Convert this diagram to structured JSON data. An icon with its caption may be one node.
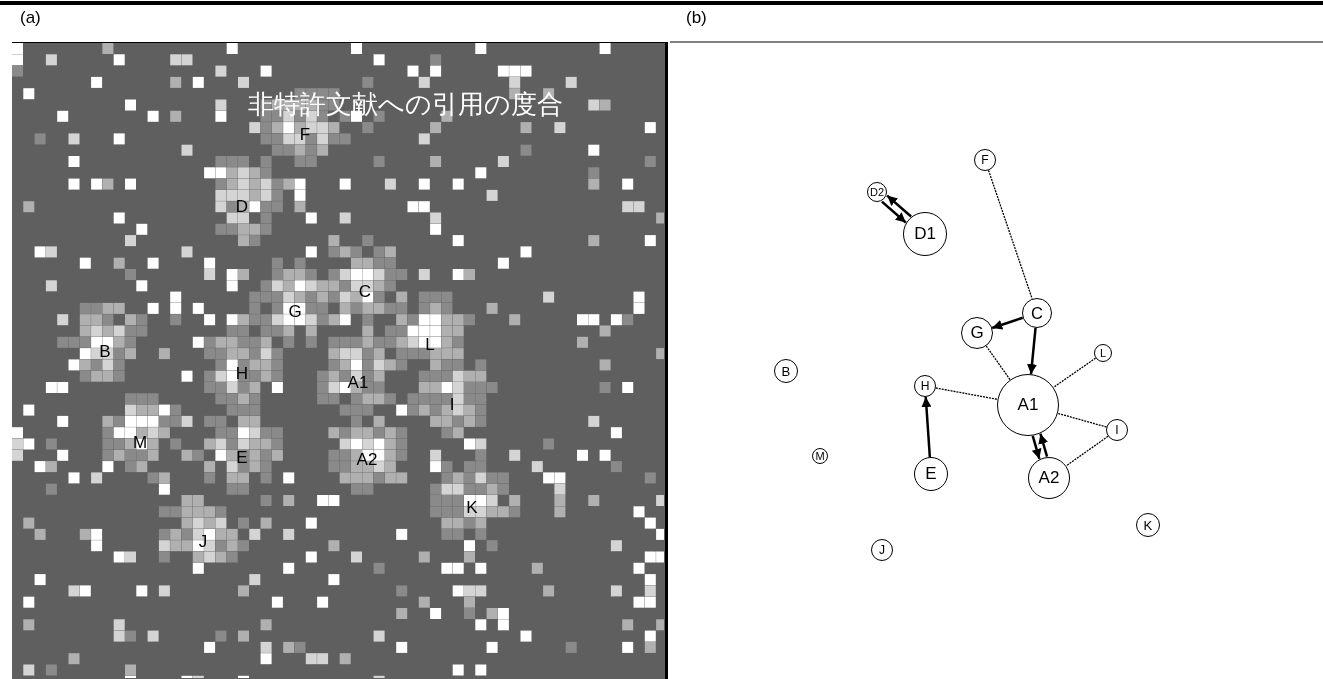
{
  "diagram": {
    "nodes": [
      {
        "text": [
          "F"
        ]
      },
      {
        "text": [
          "D2"
        ]
      },
      {
        "text": [
          "D1"
        ]
      },
      {
        "text": [
          "C"
        ]
      },
      {
        "text": [
          "G"
        ]
      },
      {
        "text": [
          "L"
        ]
      },
      {
        "text": [
          "B"
        ]
      },
      {
        "text": [
          "H"
        ]
      },
      {
        "text": [
          "A1"
        ]
      },
      {
        "text": [
          "I"
        ]
      },
      {
        "text": [
          "M"
        ]
      },
      {
        "text": [
          "E"
        ]
      },
      {
        "text": [
          "A2"
        ]
      },
      {
        "text": [
          "K"
        ]
      },
      {
        "text": [
          "J"
        ]
      }
    ],
    "edges": [
      {
        "from": 1,
        "to": 2,
        "arrow": "to"
      },
      {
        "from": 2,
        "to": 1,
        "arrow": "to"
      },
      {
        "from": 0,
        "to": 3,
        "arrow": "none",
        "style": "dashed"
      },
      {
        "from": 3,
        "to": 4,
        "arrow": "to"
      },
      {
        "from": 3,
        "to": 8,
        "arrow": "to"
      },
      {
        "from": 4,
        "to": 8,
        "arrow": "none",
        "style": "dashed"
      },
      {
        "from": 5,
        "to": 8,
        "arrow": "none",
        "style": "dashed"
      },
      {
        "from": 7,
        "to": 8,
        "arrow": "none",
        "style": "dashed"
      },
      {
        "from": 11,
        "to": 7,
        "arrow": "to"
      },
      {
        "from": 9,
        "to": 8,
        "arrow": "none",
        "style": "dashed"
      },
      {
        "from": 8,
        "to": 12,
        "arrow": "to"
      },
      {
        "from": 12,
        "to": 8,
        "arrow": "to"
      },
      {
        "from": 9,
        "to": 12,
        "arrow": "none",
        "style": "dashed"
      }
    ],
    "labels": [
      "(a)",
      "(b)",
      "非特許文献への引用の度合",
      "F",
      "D",
      "C",
      "G",
      "L",
      "B",
      "H",
      "A1",
      "I",
      "M",
      "E",
      "A2",
      "K",
      "J"
    ]
  }
}
